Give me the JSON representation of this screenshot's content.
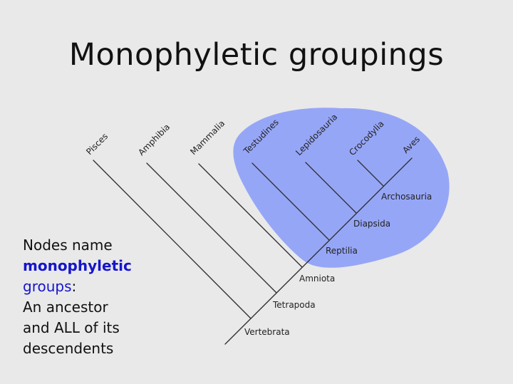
{
  "slide": {
    "title": "Monophyletic groupings",
    "explanation": {
      "line1": "Nodes name",
      "highlight": "monophyletic",
      "line3": "groups",
      "line3_suffix": ":",
      "line4": "An ancestor",
      "line5": "and ALL of its",
      "line6": "descendents"
    }
  },
  "tree": {
    "leaves": [
      "Pisces",
      "Amphibia",
      "Mammalia",
      "Testudines",
      "Lepidosauria",
      "Crocodylia",
      "Aves"
    ],
    "nodes": [
      "Archosauria",
      "Diapsida",
      "Reptilia",
      "Amniota",
      "Tetrapoda",
      "Vertebrata"
    ],
    "highlighted_clade": "Reptilia",
    "highlight_color": "#96a6f7",
    "line_color": "#333333"
  }
}
